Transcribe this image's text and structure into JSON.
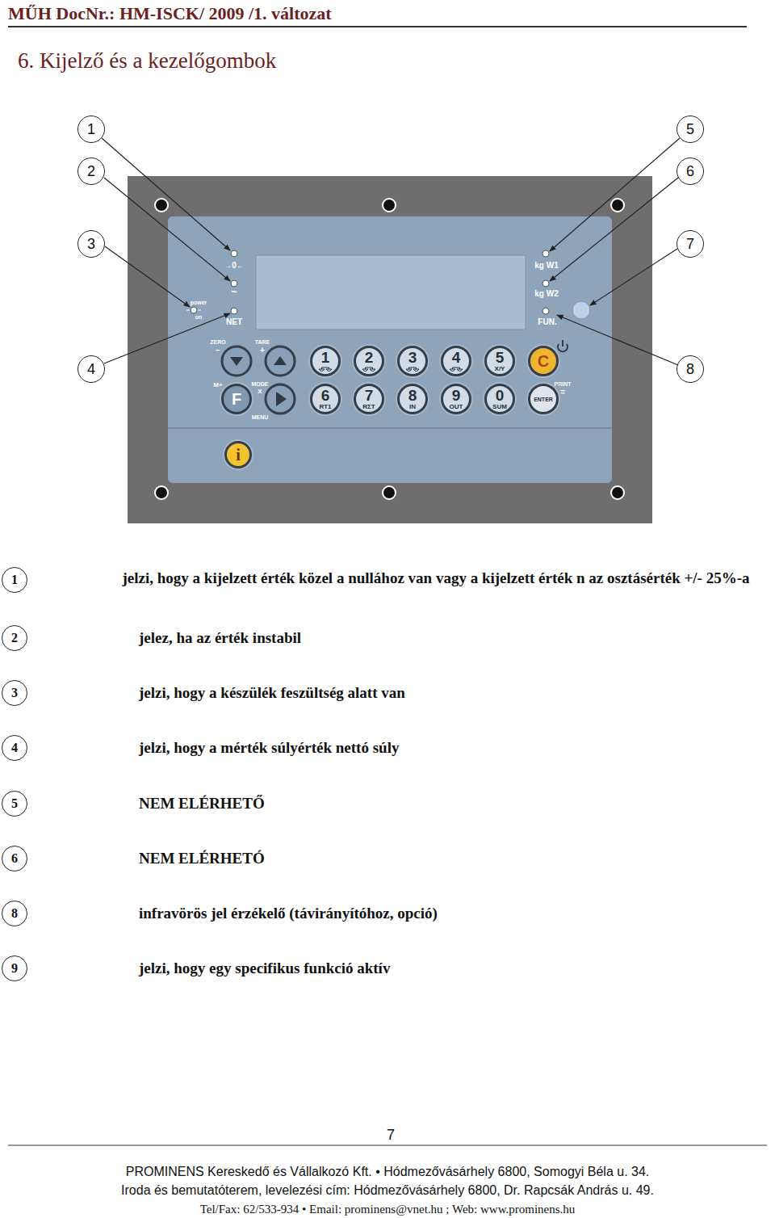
{
  "diagram": {
    "title": "6. Kijelző és a kezelőgombok",
    "nodes": [
      {
        "text": [
          "1"
        ]
      },
      {
        "text": [
          "5"
        ]
      },
      {
        "text": [
          "2"
        ]
      },
      {
        "text": [
          "6"
        ]
      },
      {
        "text": [
          "3"
        ]
      },
      {
        "text": [
          "7"
        ]
      },
      {
        "text": [
          "4"
        ]
      },
      {
        "text": [
          "8"
        ]
      },
      {
        "text": [
          "1"
        ]
      },
      {
        "text": [
          "2"
        ]
      },
      {
        "text": [
          "3"
        ]
      },
      {
        "text": [
          "4"
        ]
      },
      {
        "text": [
          "5",
          "X/Y"
        ]
      },
      {
        "text": [
          "C"
        ]
      },
      {
        "text": [
          "F"
        ]
      },
      {
        "text": [
          "6",
          "RT1"
        ]
      },
      {
        "text": [
          "7",
          "RΣT"
        ]
      },
      {
        "text": [
          "8",
          "IN"
        ]
      },
      {
        "text": [
          "9",
          "OUT"
        ]
      },
      {
        "text": [
          "0",
          "SUM"
        ]
      },
      {
        "text": [
          "ENTER"
        ]
      },
      {
        "text": [
          "i"
        ]
      },
      {
        "text": [
          "1"
        ]
      },
      {
        "text": [
          "2"
        ]
      },
      {
        "text": [
          "3"
        ]
      },
      {
        "text": [
          "4"
        ]
      },
      {
        "text": [
          "5"
        ]
      },
      {
        "text": [
          "6"
        ]
      },
      {
        "text": [
          "8"
        ]
      },
      {
        "text": [
          "9"
        ]
      }
    ],
    "labels": [
      "MŰH DocNr.: HM-ISCK/ 2009 /1. változat",
      "→0←",
      "~",
      "power",
      "on",
      "NET",
      "kg W1",
      "kg W2",
      "FUN.",
      "ZERO",
      "−",
      "TARE",
      "+",
      "M+",
      "MODE",
      "X",
      "MENU",
      "PRINT",
      "=",
      "jelzi, hogy a kijelzett érték közel a nullához van vagy a kijelzett érték n az osztásérték +/- 25%-a",
      "jelez, ha az érték instabil",
      "jelzi, hogy a készülék feszültség alatt van",
      "jelzi, hogy a mérték súlyérték nettó súly",
      "NEM ELÉRHETŐ",
      "NEM ELÉRHETÓ",
      "infravörös jel érzékelő (távirányítóhoz, opció)",
      "jelzi, hogy egy specifikus funkció aktív",
      "7",
      "PROMINENS Kereskedő és Vállalkozó Kft. • Hódmezővásárhely 6800, Somogyi Béla u. 34.",
      "Iroda és bemutatóterem, levelezési cím: Hódmezővásárhely 6800, Dr. Rapcsák András u. 49.",
      "Tel/Fax: 62/533-934 • Email: prominens@vnet.hu ; Web: www.prominens.hu"
    ]
  }
}
